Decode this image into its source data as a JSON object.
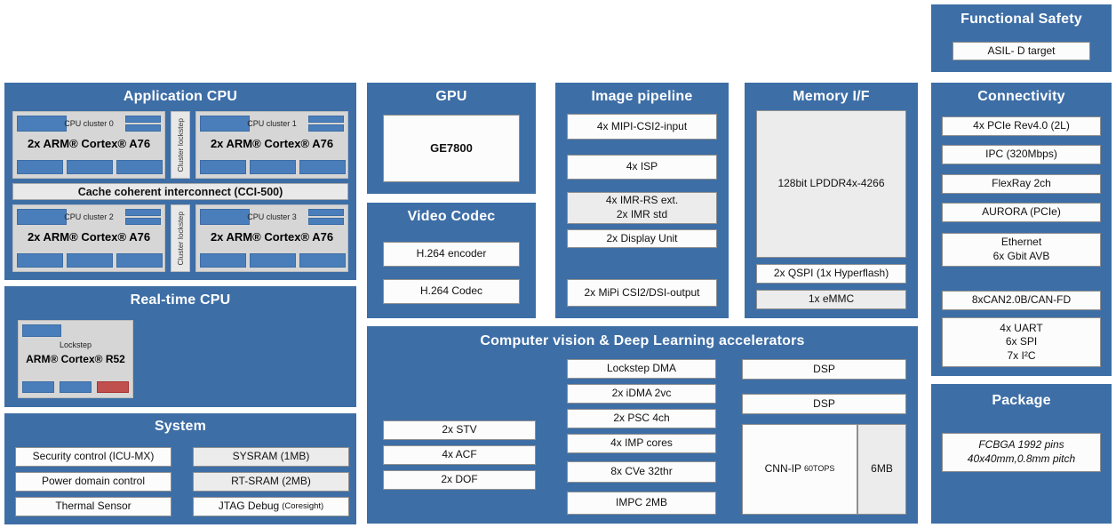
{
  "colors": {
    "panel_blue": "#3d6ea6",
    "block_blue": "#4a7ebb",
    "alert_red": "#c0504d"
  },
  "app_cpu": {
    "title": "Application CPU",
    "clusters": [
      "CPU cluster 0",
      "CPU cluster 1",
      "CPU cluster 2",
      "CPU cluster 3"
    ],
    "chip": "2x ARM® Cortex® A76",
    "lockstep": "Cluster lockstep",
    "interconnect": "Cache coherent interconnect (CCI-500)"
  },
  "rt_cpu": {
    "title": "Real-time CPU",
    "lockstep": "Lockstep",
    "chip": "ARM® Cortex® R52"
  },
  "system": {
    "title": "System",
    "items_left": [
      "Security control (ICU-MX)",
      "Power domain control",
      "Thermal Sensor"
    ],
    "items_right": [
      "SYSRAM (1MB)",
      "RT-SRAM (2MB)"
    ],
    "jtag": "JTAG Debug",
    "jtag_sub": "(Coresight)"
  },
  "gpu": {
    "title": "GPU",
    "item": "GE7800"
  },
  "video_codec": {
    "title": "Video Codec",
    "items": [
      "H.264 encoder",
      "H.264 Codec"
    ]
  },
  "image_pipeline": {
    "title": "Image pipeline",
    "items": [
      "4x MIPI-CSI2-input",
      "4x ISP",
      "4x IMR-RS ext.\n2x IMR std",
      "2x Display Unit",
      "2x MiPi CSI2/DSI-output"
    ]
  },
  "memory_if": {
    "title": "Memory I/F",
    "ddr": "128bit LPDDR4x-4266",
    "qspi": "2x QSPI (1x Hyperflash)",
    "emmc": "1x eMMC"
  },
  "cvdl": {
    "title": "Computer vision & Deep Learning accelerators",
    "col1": [
      "2x STV",
      "4x ACF",
      "2x DOF"
    ],
    "col2": [
      "Lockstep DMA",
      "2x iDMA 2vc",
      "2x PSC 4ch",
      "4x IMP cores",
      "8x CVe 32thr",
      "IMPC 2MB"
    ],
    "dsp1": "DSP",
    "dsp2": "DSP",
    "cnn": "CNN-IP",
    "cnn_sub": "60TOPS",
    "sram": "6MB"
  },
  "functional_safety": {
    "title": "Functional Safety",
    "item": "ASIL- D target"
  },
  "connectivity": {
    "title": "Connectivity",
    "items": [
      "4x PCIe Rev4.0 (2L)",
      "IPC (320Mbps)",
      "FlexRay 2ch",
      "AURORA  (PCIe)",
      "Ethernet\n6x Gbit AVB",
      "8xCAN2.0B/CAN-FD",
      "4x UART\n6x SPI\n7x I²C"
    ]
  },
  "package": {
    "title": "Package",
    "item": "FCBGA 1992 pins\n40x40mm,0.8mm pitch"
  }
}
